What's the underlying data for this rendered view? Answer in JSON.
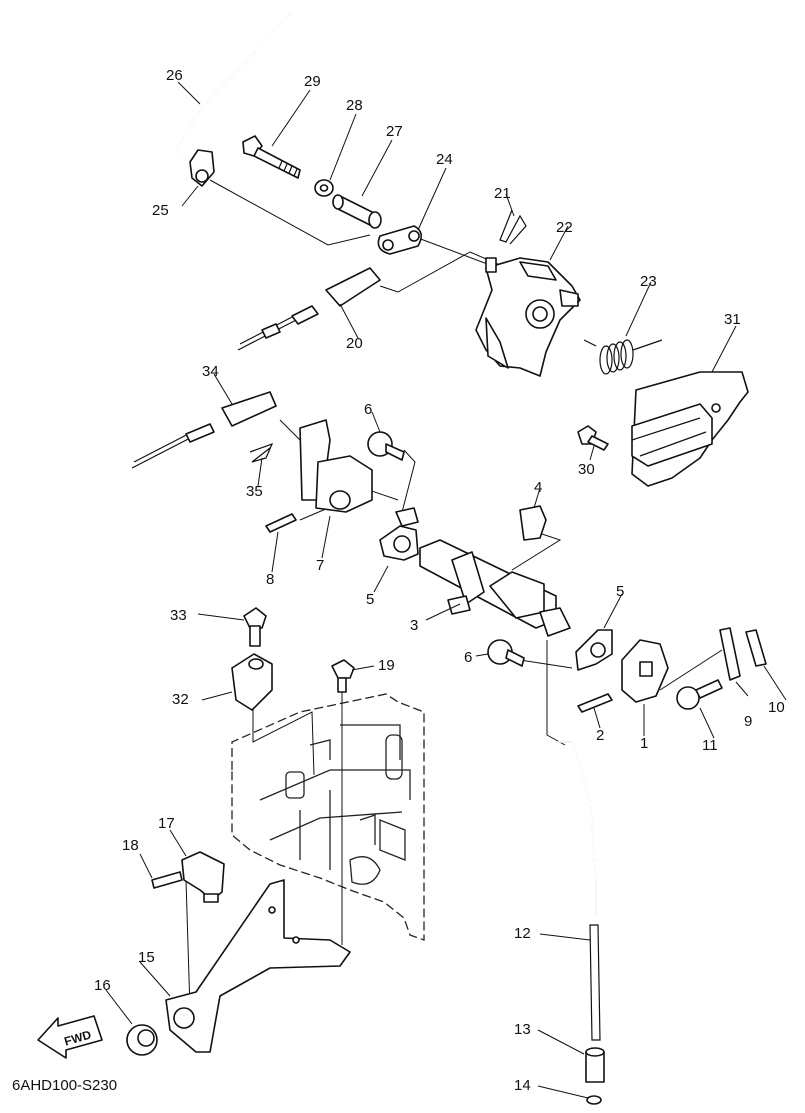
{
  "diagram_code": "6AHD100-S230",
  "fwd_label": "FWD",
  "callouts": {
    "c1": "1",
    "c2": "2",
    "c3": "3",
    "c4": "4",
    "c5a": "5",
    "c5b": "5",
    "c6a": "6",
    "c6b": "6",
    "c7": "7",
    "c8": "8",
    "c9": "9",
    "c10": "10",
    "c11": "11",
    "c12": "12",
    "c13": "13",
    "c14": "14",
    "c15": "15",
    "c16": "16",
    "c17": "17",
    "c18": "18",
    "c19": "19",
    "c20": "20",
    "c21": "21",
    "c22": "22",
    "c23": "23",
    "c24": "24",
    "c25": "25",
    "c26": "26",
    "c27": "27",
    "c28": "28",
    "c29": "29",
    "c30": "30",
    "c31": "31",
    "c32": "32",
    "c33": "33",
    "c34": "34",
    "c35": "35"
  }
}
